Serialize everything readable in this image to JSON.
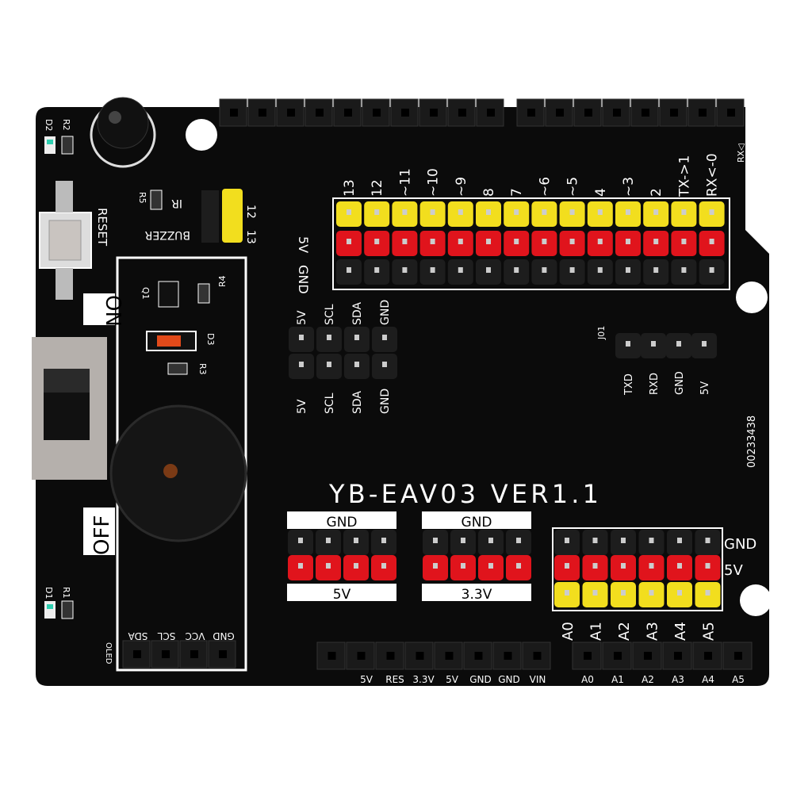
{
  "board": {
    "title": "YB-EAV03  VER1.1",
    "serial": "00233438",
    "colors": {
      "pcb": "#0b0b0b",
      "yellow": "#f2de1e",
      "red": "#e0141c",
      "black_pin": "#1d1d1d",
      "silk": "#ffffff",
      "led": "#2ecfb0"
    },
    "left": {
      "d2": "D2",
      "r2": "R2",
      "r5": "R5",
      "reset": "RESET",
      "on": "ON",
      "off": "OFF",
      "q1": "Q1",
      "r4": "R4",
      "d3": "D3",
      "r3": "R3",
      "d1": "D1",
      "r1": "R1",
      "jumper_ir": "IR",
      "jumper_buzzer": "BUZZER",
      "jumper_12": "12",
      "jumper_13": "13"
    },
    "digital": {
      "labels": [
        "13",
        "12",
        "~11",
        "~10",
        "~9",
        "8",
        "7",
        "~6",
        "~5",
        "4",
        "~3",
        "2",
        "TX->1",
        "RX<-0"
      ],
      "row_5v": "5V",
      "row_gnd": "GND",
      "rx_mark": "RX◁"
    },
    "i2c": {
      "labels": [
        "5V",
        "SCL",
        "SDA",
        "GND"
      ]
    },
    "serial_header": {
      "name": "J01",
      "labels": [
        "TXD",
        "RXD",
        "GND",
        "5V"
      ]
    },
    "power_blocks": [
      {
        "top": "GND",
        "bottom": "5V"
      },
      {
        "top": "GND",
        "bottom": "3.3V"
      }
    ],
    "analog": {
      "labels": [
        "A0",
        "A1",
        "A2",
        "A3",
        "A4",
        "A5"
      ],
      "row_gnd": "GND",
      "row_5v": "5V"
    },
    "bottom_power_labels": [
      "5V",
      "RES",
      "3.3V",
      "5V",
      "GND",
      "GND",
      "VIN"
    ],
    "bottom_analog_labels": [
      "A0",
      "A1",
      "A2",
      "A3",
      "A4",
      "A5"
    ],
    "oled": {
      "name": "OLED",
      "labels": [
        "GND",
        "VCC",
        "SCL",
        "SDA"
      ]
    }
  }
}
